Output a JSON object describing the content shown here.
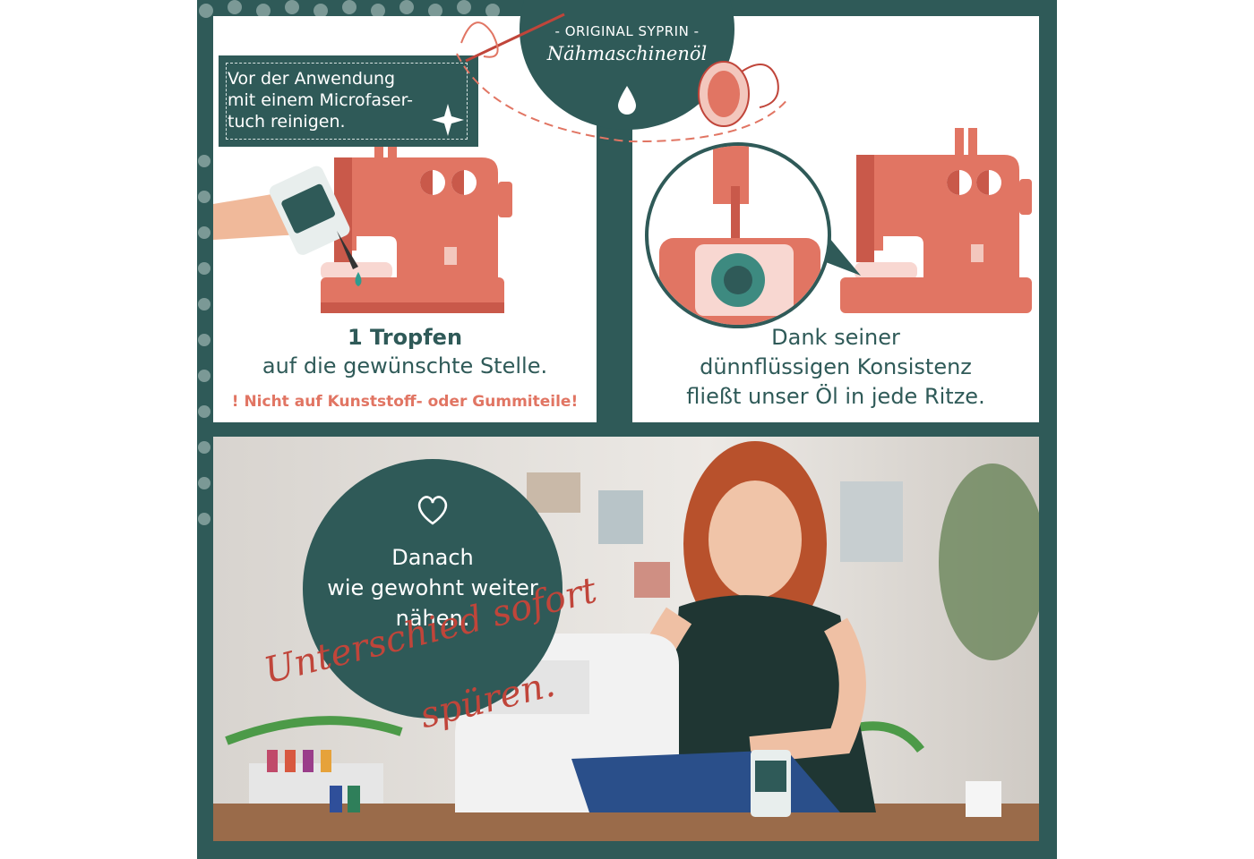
{
  "header": {
    "brand_line": "- ORIGINAL SYPRIN -",
    "product_name": "Nähmaschinenöl"
  },
  "note": {
    "text": "Vor der Anwendung\nmit einem Microfaser-\ntuch reinigen."
  },
  "step1": {
    "bold": "1 Tropfen",
    "text": "auf die gewünschte Stelle.",
    "warning": "! Nicht auf Kunststoff- oder Gummiteile!"
  },
  "step2": {
    "line1": "Dank seiner",
    "line2": "dünnflüssigen Konsistenz",
    "line3": "fließt unser Öl in jede Ritze."
  },
  "photo": {
    "bubble_text": "Danach\nwie gewohnt weiter\nnähen.",
    "script_line1": "Unterschied sofort",
    "script_line2": "spüren."
  },
  "colors": {
    "teal": "#2f5a58",
    "coral": "#e17563",
    "coral_dark": "#c9594a",
    "red_script": "#c0453a"
  }
}
